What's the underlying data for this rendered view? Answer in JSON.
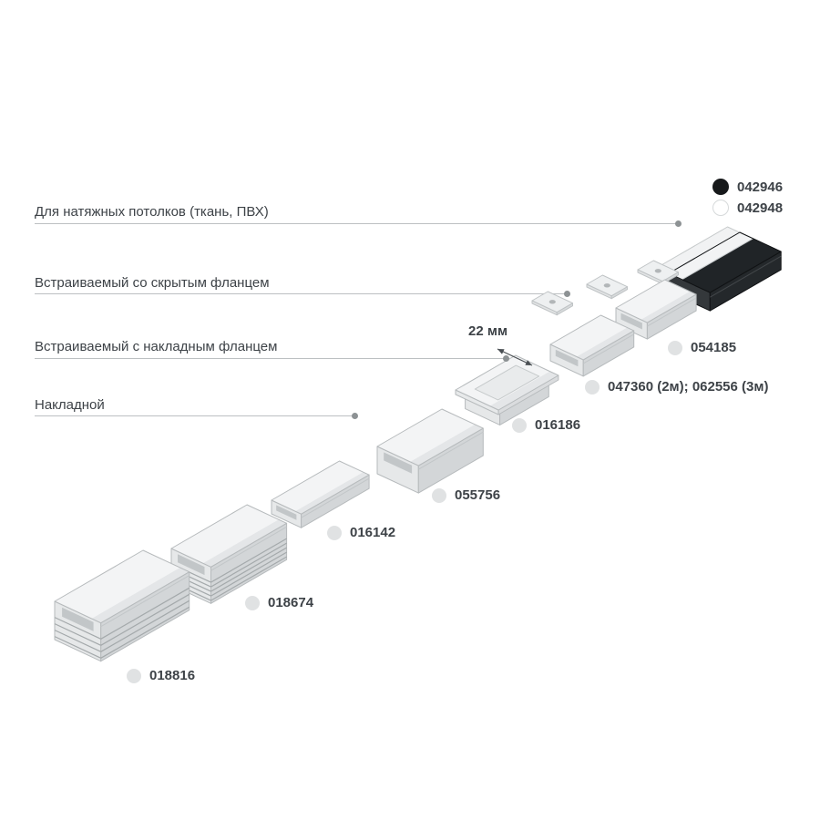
{
  "legend": {
    "items": [
      {
        "code": "042946",
        "color": "#17191b"
      },
      {
        "code": "042948",
        "color": "#ffffff"
      }
    ]
  },
  "categories": [
    {
      "label": "Для натяжных потолков (ткань, ПВХ)"
    },
    {
      "label": "Встраиваемый со скрытым фланцем"
    },
    {
      "label": "Встраиваемый с накладным фланцем"
    },
    {
      "label": "Накладной"
    }
  ],
  "dimension": {
    "label": "22 мм"
  },
  "products": [
    {
      "code": "018816"
    },
    {
      "code": "018674"
    },
    {
      "code": "016142"
    },
    {
      "code": "055756"
    },
    {
      "code": "016186"
    },
    {
      "code": "047360 (2м); 062556 (3м)"
    },
    {
      "code": "054185"
    }
  ],
  "colors": {
    "text": "#3d4247",
    "line": "#bcc0c2",
    "dot": "#8d9294",
    "marker": "#e0e2e3",
    "background": "#ffffff"
  }
}
